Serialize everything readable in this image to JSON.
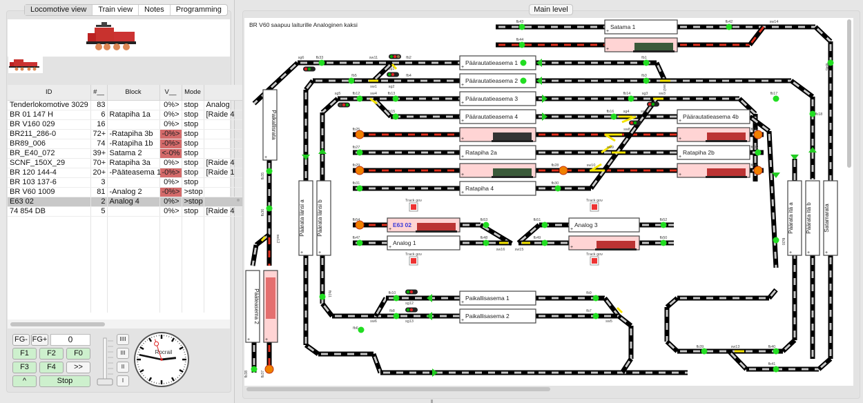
{
  "left_panel": {
    "tabs": [
      {
        "label": "Locomotive view",
        "active": true
      },
      {
        "label": "Train view",
        "active": false
      },
      {
        "label": "Notes",
        "active": false
      },
      {
        "label": "Programming",
        "active": false
      }
    ],
    "selected_loco_image": "red electric shunting locomotive (E63 02)",
    "table": {
      "columns": [
        "ID",
        "#__",
        "Block",
        "V__",
        "Mode",
        ""
      ],
      "rows": [
        {
          "id": "Tenderlokomotive 3029",
          "addr": "83",
          "block": "",
          "v": "0%>",
          "v_neg": false,
          "mode": "stop",
          "extra": "Analog"
        },
        {
          "id": "BR 01 147 H",
          "addr": "6",
          "block": "Ratapiha 1a",
          "v": "0%>",
          "v_neg": false,
          "mode": "stop",
          "extra": "[Raide 4"
        },
        {
          "id": "BR V160 029",
          "addr": "16",
          "block": "",
          "v": "0%>",
          "v_neg": false,
          "mode": "stop",
          "extra": ""
        },
        {
          "id": "BR211_286-0",
          "addr": "72+",
          "block": "-Ratapiha 3b",
          "v": "-0%>",
          "v_neg": true,
          "mode": "stop",
          "extra": ""
        },
        {
          "id": "BR89_006",
          "addr": "74",
          "block": "-Ratapiha 1b",
          "v": "-0%>",
          "v_neg": true,
          "mode": "stop",
          "extra": ""
        },
        {
          "id": "BR_E40_072",
          "addr": "39+",
          "block": "Satama 2",
          "v": "<-0%",
          "v_neg": true,
          "mode": "stop",
          "extra": ""
        },
        {
          "id": "SCNF_150X_29",
          "addr": "70+",
          "block": "Ratapiha 3a",
          "v": "0%>",
          "v_neg": false,
          "mode": "stop",
          "extra": "[Raide 4"
        },
        {
          "id": "BR 120 144-4",
          "addr": "20+",
          "block": "-Pääteasema 1",
          "v": "-0%>",
          "v_neg": true,
          "mode": "stop",
          "extra": "[Raide 1"
        },
        {
          "id": "BR 103 137-6",
          "addr": "3",
          "block": "",
          "v": "0%>",
          "v_neg": false,
          "mode": "stop",
          "extra": ""
        },
        {
          "id": "BR V60 1009",
          "addr": "81",
          "block": "-Analog 2",
          "v": "-0%>",
          "v_neg": true,
          "mode": ">stop",
          "extra": ""
        },
        {
          "id": "E63 02",
          "addr": "2",
          "block": "Analog 4",
          "v": "0%>",
          "v_neg": false,
          "mode": ">stop",
          "extra": "",
          "selected": true
        },
        {
          "id": "74 854 DB",
          "addr": "5",
          "block": "",
          "v": "0%>",
          "v_neg": false,
          "mode": "stop",
          "extra": "[Raide 4"
        }
      ]
    },
    "controls": {
      "fg_minus": "FG-",
      "fg_plus": "FG+",
      "fg_value": "0",
      "f1": "F1",
      "f2": "F2",
      "f0": "F0",
      "f3": "F3",
      "f4": "F4",
      "next": ">>",
      "direction": "^",
      "stop": "Stop",
      "speed_steps": [
        "IIII",
        "III",
        "II",
        "I"
      ],
      "speed_percent": 0,
      "clock_brand": "Rocrail",
      "clock_time": {
        "hour": 2,
        "minute": 47,
        "second": 27
      }
    }
  },
  "right_panel": {
    "level_button": "Main level",
    "status_message": "BR V60 saapuu laiturille Analoginen kaksi",
    "colors": {
      "track": "#000000",
      "dash_free": "#c8c8c8",
      "dash_occupied": "#e0301e",
      "switch": "#f5e400",
      "sensor_on": "#22dd22",
      "sensor_occupied": "#f08000",
      "block_occupied": "#ffd4d4",
      "arrow": "#22cc22"
    },
    "blocks": [
      {
        "label": "Satama 1",
        "occupied": false
      },
      {
        "label": "",
        "occupied": true,
        "loco": "green electric (BR E40)"
      },
      {
        "label": "Päärautatieasema 1",
        "occupied": false
      },
      {
        "label": "Päärautatieasema 2",
        "occupied": false
      },
      {
        "label": "Päärautatieasema 3",
        "occupied": false
      },
      {
        "label": "Päärautatieasema 4",
        "occupied": false
      },
      {
        "label": "",
        "occupied": true,
        "loco": "black/red steam locomotive"
      },
      {
        "label": "Ratapiha 2a",
        "occupied": false
      },
      {
        "label": "",
        "occupied": true,
        "loco": "green steam locomotive"
      },
      {
        "label": "Ratapiha 4",
        "occupied": false
      },
      {
        "label": "Päärautatieasema 4b",
        "occupied": false
      },
      {
        "label": "",
        "occupied": true,
        "loco": "BR89 tank locomotive"
      },
      {
        "label": "Ratapiha 2b",
        "occupied": false
      },
      {
        "label": "",
        "occupied": true,
        "loco": "red diesel V160"
      },
      {
        "label": "E63 02",
        "occupied": true,
        "loco": "red E63"
      },
      {
        "label": "Analog 1",
        "occupied": false
      },
      {
        "label": "Analog 3",
        "occupied": false
      },
      {
        "label": "",
        "occupied": true,
        "loco": "red diesel V60"
      },
      {
        "label": "Paikallisasema 1",
        "occupied": false
      },
      {
        "label": "Paikallisasema 2",
        "occupied": false
      },
      {
        "label": "Paikallisrata",
        "occupied": false
      },
      {
        "label": "Päärata länsi a",
        "occupied": false
      },
      {
        "label": "Päärata länsi b",
        "occupied": false
      },
      {
        "label": "Pääteasema 2",
        "occupied": false
      },
      {
        "label": "",
        "occupied": true,
        "loco": "red electric BR 120"
      },
      {
        "label": "Päärata itä a",
        "occupied": false
      },
      {
        "label": "Päärata itä b",
        "occupied": false
      },
      {
        "label": "Satamarata",
        "occupied": false
      }
    ],
    "track_labels": [
      "sg6",
      "fb33",
      "sw11",
      "fb2",
      "sg1",
      "fb5",
      "sw1",
      "sg2",
      "fb4",
      "sg5",
      "fb12",
      "sw4",
      "fb13",
      "fb15",
      "fb25",
      "fb27",
      "fb29",
      "fb31",
      "fb43",
      "fb44",
      "sw14",
      "fb42",
      "fb45",
      "fb1",
      "fb3",
      "sw2",
      "fb14",
      "sg3",
      "sw3",
      "fb17",
      "fb16",
      "sg4",
      "sw7",
      "sw8",
      "fb22",
      "sw9",
      "fb32",
      "fb28",
      "sw10",
      "fb46",
      "fb30",
      "fb18",
      "fb35",
      "fb36",
      "sw12",
      "fb54",
      "fb53",
      "fb51",
      "fb52",
      "fb47",
      "fb48",
      "sw16",
      "sw15",
      "fb49",
      "fb50",
      "fb20",
      "fb11",
      "fb10",
      "sg12",
      "fb8",
      "sg13",
      "sw6",
      "fb6",
      "fb9",
      "fb7",
      "sw5",
      "fb39",
      "sw13",
      "fb40",
      "fb41",
      "fb38",
      "fb37"
    ],
    "track_gov_label": "Track gov"
  }
}
